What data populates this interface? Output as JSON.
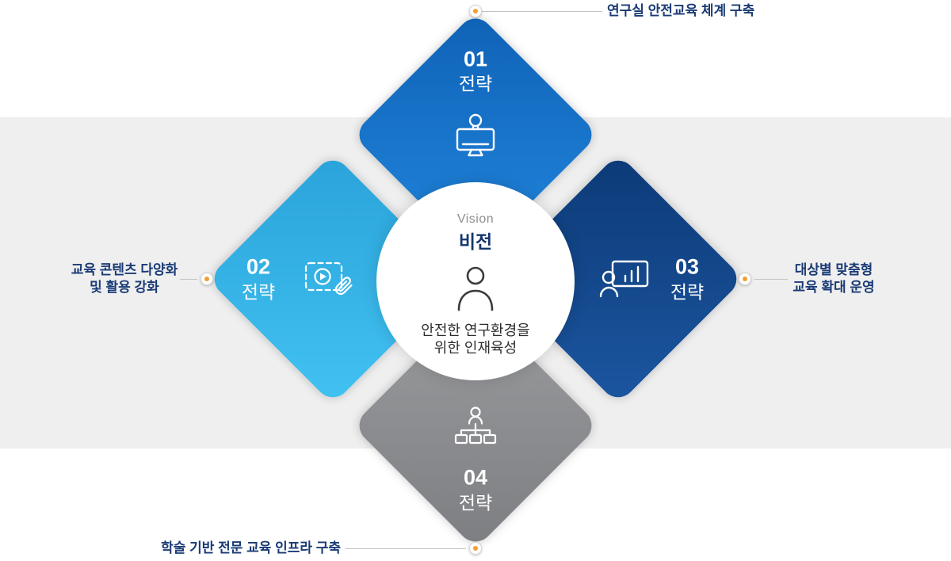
{
  "center": {
    "vision_label": "Vision",
    "vision_title": "비전",
    "description_line1": "안전한 연구환경을",
    "description_line2": "위한 인재육성"
  },
  "strategies": {
    "top": {
      "number": "01",
      "label": "전략",
      "callout": "연구실 안전교육 체계 구축"
    },
    "left": {
      "number": "02",
      "label": "전략",
      "callout_line1": "교육 콘텐츠 다양화",
      "callout_line2": "및 활용 강화"
    },
    "right": {
      "number": "03",
      "label": "전략",
      "callout_line1": "대상별 맞춤형",
      "callout_line2": "교육 확대 운영"
    },
    "bottom": {
      "number": "04",
      "label": "전략",
      "callout": "학술 기반 전문 교육 인프라 구축"
    }
  },
  "colors": {
    "top_diamond": "#1a74cf",
    "left_diamond": "#32b4e8",
    "right_diamond": "#113f7f",
    "bottom_diamond": "#8f9093",
    "band_background": "#efefef",
    "callout_text": "#1a3b75",
    "vision_title_text": "#15366f",
    "marker_dot": "#f0a032"
  }
}
